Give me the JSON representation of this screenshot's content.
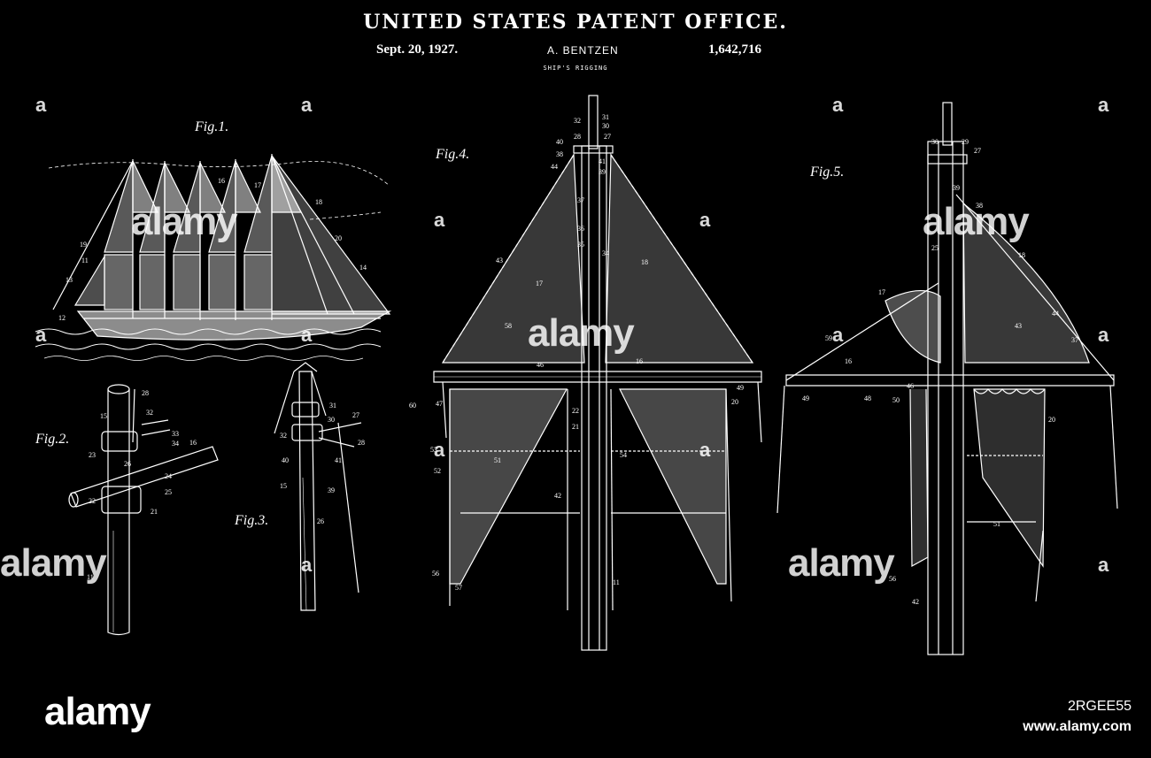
{
  "header": {
    "office": "UNITED STATES PATENT OFFICE.",
    "date": "Sept. 20, 1927.",
    "inventor": "A. BENTZEN",
    "patent_number": "1,642,716",
    "subject": "SHIP'S RIGGING"
  },
  "figures": {
    "fig1": "Fig.1.",
    "fig2": "Fig.2.",
    "fig3": "Fig.3.",
    "fig4": "Fig.4.",
    "fig5": "Fig.5."
  },
  "fig4_labels": [
    "32",
    "31",
    "30",
    "28",
    "27",
    "40",
    "38",
    "41",
    "44",
    "39",
    "37",
    "36",
    "35",
    "34",
    "18",
    "17",
    "43",
    "58",
    "46",
    "16",
    "60",
    "47",
    "49",
    "20",
    "53",
    "52",
    "51",
    "22",
    "21",
    "54",
    "42",
    "56",
    "57",
    "11"
  ],
  "fig5_labels": [
    "30",
    "29",
    "27",
    "39",
    "38",
    "25",
    "18",
    "17",
    "44",
    "43",
    "37",
    "59",
    "16",
    "50",
    "49",
    "48",
    "20",
    "51",
    "42",
    "56",
    "46"
  ],
  "fig2_labels": [
    "28",
    "15",
    "32",
    "33",
    "34",
    "16",
    "23",
    "26",
    "24",
    "22",
    "25",
    "21",
    "11"
  ],
  "fig3_labels": [
    "31",
    "27",
    "30",
    "32",
    "40",
    "41",
    "15",
    "39",
    "26",
    "28"
  ],
  "fig1_labels": [
    "16",
    "17",
    "18",
    "19",
    "11",
    "13",
    "12",
    "20",
    "14"
  ],
  "watermark": {
    "letter": "a",
    "word": "alamy",
    "logo": "alamy",
    "image_id": "2RGEE55",
    "url": "www.alamy.com"
  },
  "colors": {
    "background": "#000000",
    "lines": "#ffffff"
  }
}
